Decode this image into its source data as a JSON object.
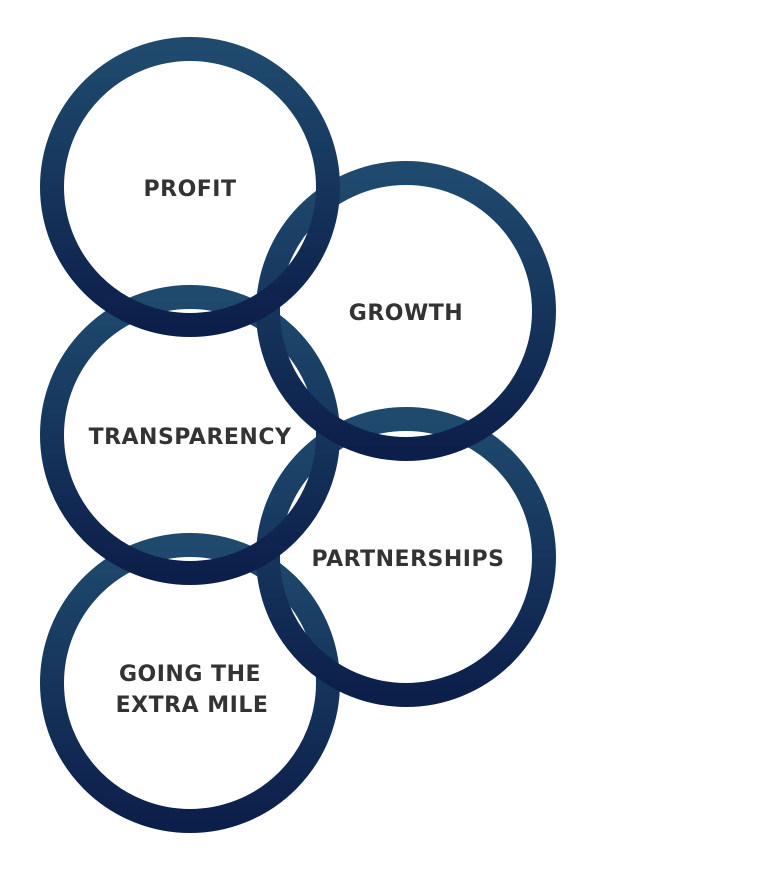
{
  "diagram": {
    "rings": [
      {
        "id": "profit",
        "lines": [
          "PROFIT"
        ]
      },
      {
        "id": "growth",
        "lines": [
          "GROWTH"
        ]
      },
      {
        "id": "transparency",
        "lines": [
          "TRANSPARENCY"
        ]
      },
      {
        "id": "partnerships",
        "lines": [
          "PARTNERSHIPS"
        ]
      },
      {
        "id": "going-the-extra-mile",
        "lines": [
          "GOING THE",
          "EXTRA MILE"
        ]
      }
    ],
    "colors": {
      "ring_light": "#1f4a6e",
      "ring_dark": "#0c1f4a",
      "label_text": "#333333",
      "background": "#ffffff"
    }
  }
}
